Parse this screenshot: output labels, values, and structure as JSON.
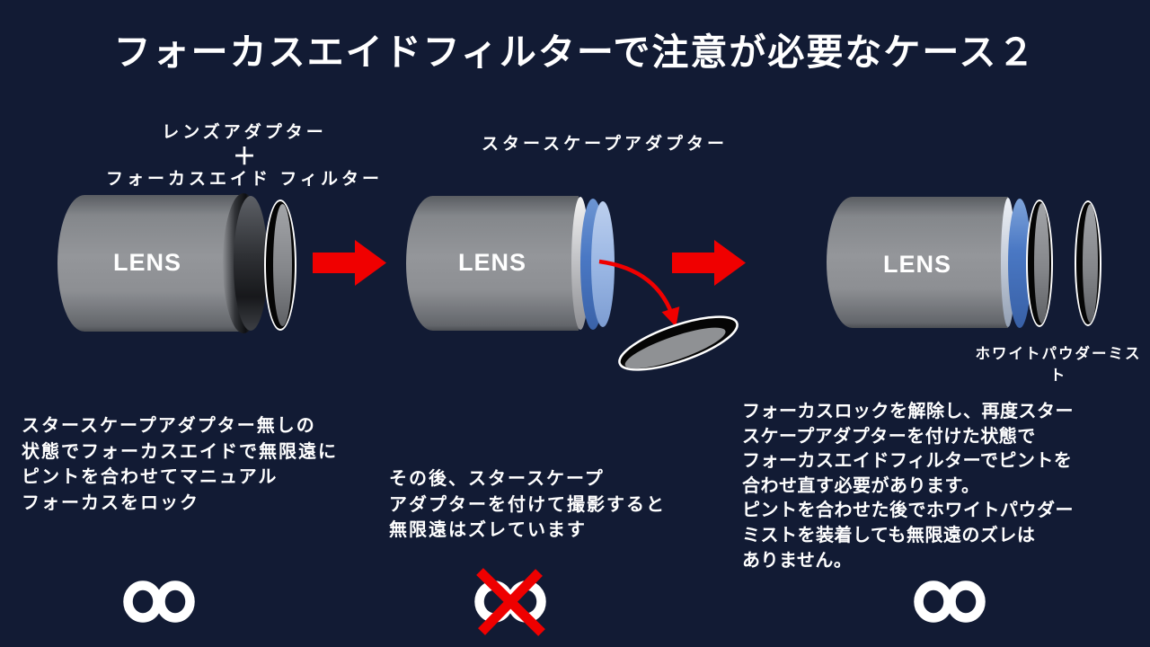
{
  "title": "フォーカスエイドフィルターで注意が必要なケース２",
  "stage1": {
    "adapter_label": "レンズアダプター",
    "plus": "＋",
    "filter_label": "フォーカスエイド フィルター",
    "lens_text": "LENS",
    "note": "スタースケープアダプター無しの\n状態でフォーカスエイドで無限遠に\nピントを合わせてマニュアル\nフォーカスをロック",
    "result_symbol": "infinity"
  },
  "stage2": {
    "adapter_label": "スタースケープアダプター",
    "lens_text": "LENS",
    "note": "その後、スタースケープ\nアダプターを付けて撮影すると\n無限遠はズレています",
    "result_symbol": "infinity-crossed-out"
  },
  "stage3": {
    "lens_text": "LENS",
    "mist_label": "ホワイトパウダーミスト",
    "note": "フォーカスロックを解除し、再度スター\nスケープアダプターを付けた状態で\nフォーカスエイドフィルターでピントを\n合わせ直す必要があります。\nピントを合わせた後でホワイトパウダー\nミストを装着しても無限遠のズレは\nありません。",
    "result_symbol": "infinity"
  },
  "icons": {
    "arrow_right": "red-block-arrow",
    "curved_arrow": "red-curved-arrow",
    "infinity": "white-infinity-symbol",
    "cross": "red-x-mark"
  },
  "colors": {
    "background": "#121B34",
    "text": "#FFFFFF",
    "red": "#F00000",
    "adapter_blue": "#4A78C4",
    "adapter_blue_light": "#A9C4E8",
    "lens_gray": "#94969A",
    "filter_black": "#050505",
    "disc_face_gray": "#84868A"
  }
}
